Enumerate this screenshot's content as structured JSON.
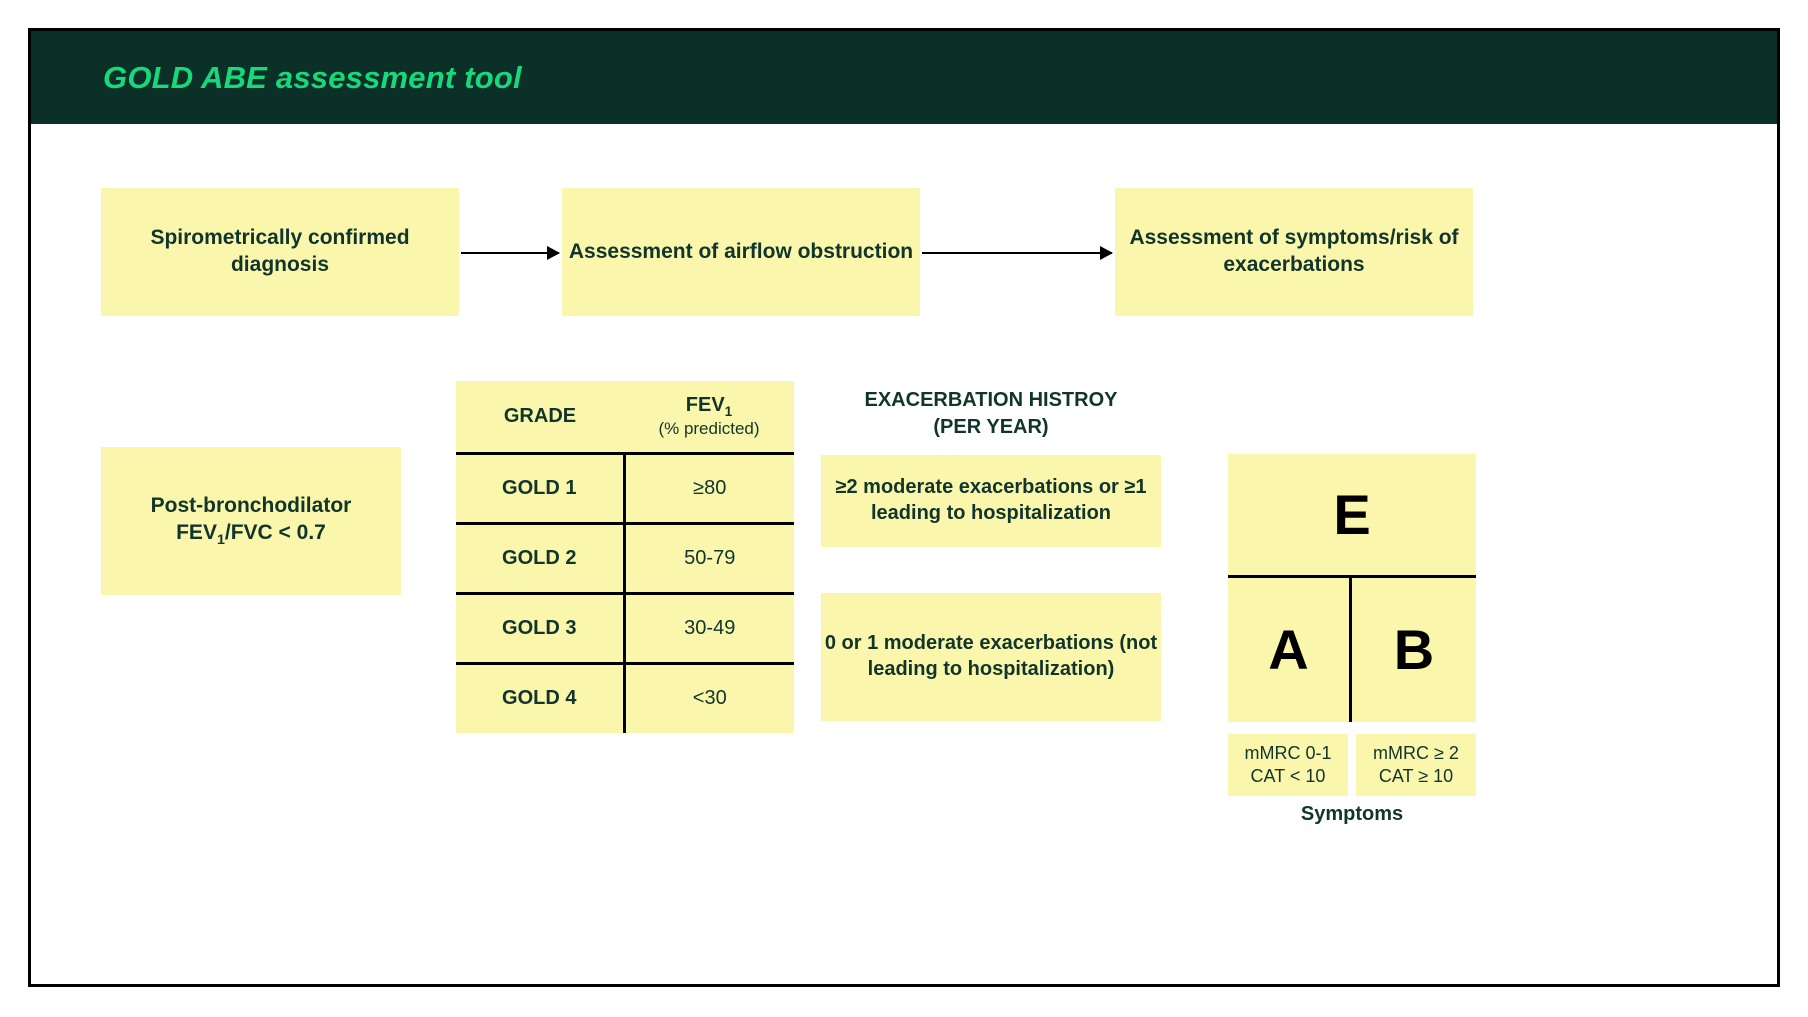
{
  "header": {
    "title": "GOLD ABE assessment tool",
    "bg_color": "#0a3028",
    "title_color": "#17d97c"
  },
  "theme": {
    "box_fill": "#faf7ad",
    "text_color": "#11352c",
    "line_color": "#000000"
  },
  "flow": {
    "step1": "Spirometrically confirmed diagnosis",
    "step2": "Assessment of airflow obstruction",
    "step3": "Assessment of symptoms/risk of exacerbations"
  },
  "postbd": {
    "line1": "Post-bronchodilator",
    "line2_prefix": "FEV",
    "line2_sub": "1",
    "line2_suffix": "/FVC < 0.7"
  },
  "grade_table": {
    "headers": {
      "grade": "GRADE",
      "fev_main": "FEV",
      "fev_sub": "1",
      "fev_note": "(% predicted)"
    },
    "rows": [
      {
        "grade": "GOLD 1",
        "value": "≥80"
      },
      {
        "grade": "GOLD 2",
        "value": "50-79"
      },
      {
        "grade": "GOLD 3",
        "value": "30-49"
      },
      {
        "grade": "GOLD 4",
        "value": "<30"
      }
    ]
  },
  "exacerbation": {
    "title_line1": "EXACERBATION HISTROY",
    "title_line2": "(PER YEAR)",
    "high": "≥2 moderate exacerbations or ≥1 leading to hospitalization",
    "low": "0 or 1 moderate exacerbations (not leading to hospitalization)"
  },
  "abe": {
    "cell_e": "E",
    "cell_a": "A",
    "cell_b": "B",
    "mmrc_left_line1": "mMRC 0-1",
    "mmrc_left_line2": "CAT < 10",
    "mmrc_right_line1": "mMRC ≥ 2",
    "mmrc_right_line2": "CAT ≥ 10",
    "symptoms_label": "Symptoms"
  }
}
